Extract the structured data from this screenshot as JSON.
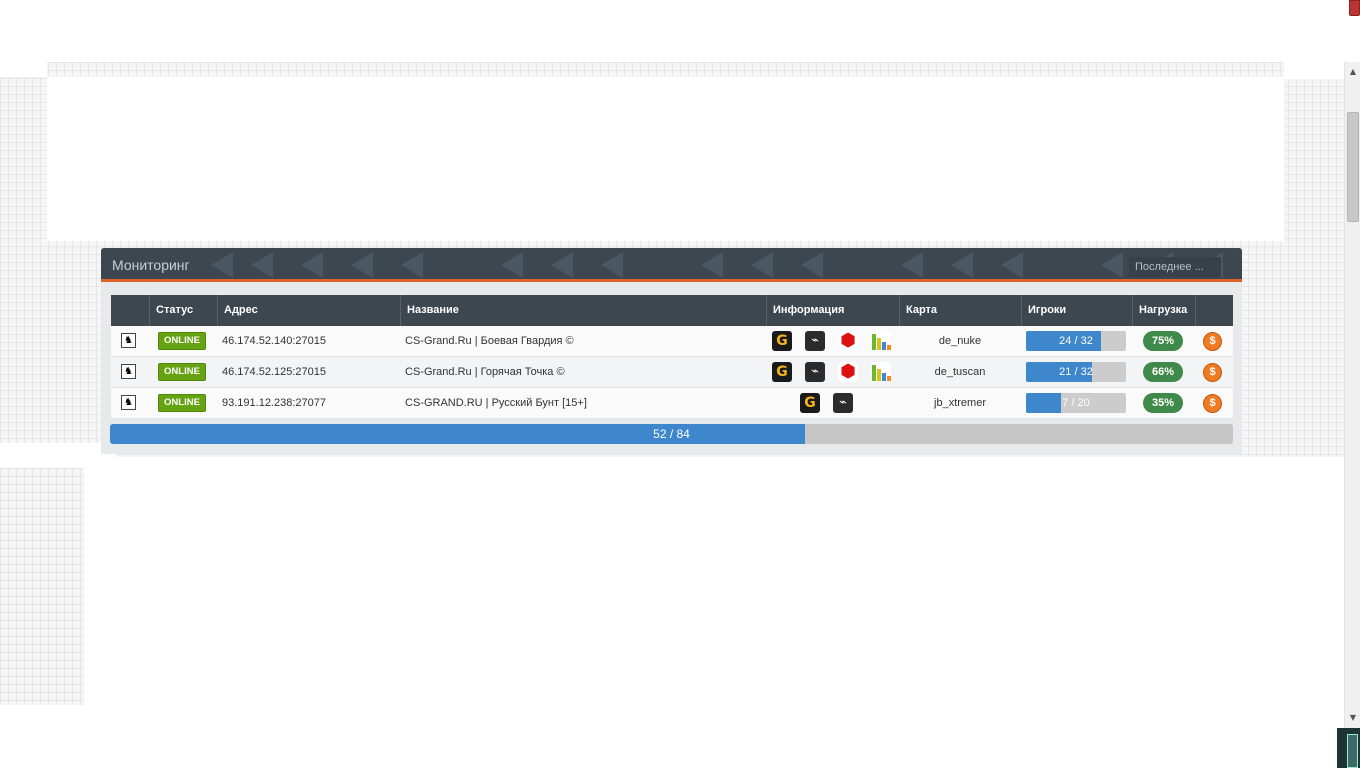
{
  "panel": {
    "title": "Мониторинг",
    "latest_button": "Последнее ..."
  },
  "table": {
    "headers": [
      "",
      "Статус",
      "Адрес",
      "Название",
      "Информация",
      "Карта",
      "Игроки",
      "Нагрузка",
      ""
    ],
    "rows": [
      {
        "game_icon": "cs-icon",
        "status": "ONLINE",
        "address": "46.174.52.140:27015",
        "name": "CS-Grand.Ru | Боевая Гвардия ©",
        "info_icons": [
          "gametracker-icon",
          "steam-icon",
          "stop-icon",
          "stats-icon"
        ],
        "map": "de_nuke",
        "players": "24 / 32",
        "players_fraction": 0.75,
        "load": "75%"
      },
      {
        "game_icon": "cs-icon",
        "status": "ONLINE",
        "address": "46.174.52.125:27015",
        "name": "CS-Grand.Ru | Горячая Точка ©",
        "info_icons": [
          "gametracker-icon",
          "steam-icon",
          "stop-icon",
          "stats-icon"
        ],
        "map": "de_tuscan",
        "players": "21 / 32",
        "players_fraction": 0.66,
        "load": "66%"
      },
      {
        "game_icon": "cs-icon",
        "status": "ONLINE",
        "address": "93.191.12.238:27077",
        "name": "CS-GRAND.RU | Русский Бунт [15+]",
        "info_icons": [
          "gametracker-icon",
          "steam-icon"
        ],
        "map": "jb_xtremer",
        "players": "7 / 20",
        "players_fraction": 0.35,
        "load": "35%"
      }
    ]
  },
  "total": {
    "text": "52 / 84",
    "fraction": 0.619
  },
  "colors": {
    "header_bg": "#3c4750",
    "accent_orange": "#e0642a",
    "online_green": "#66a312",
    "progress_blue": "#3f87cc",
    "load_green": "#3f8a4a"
  }
}
